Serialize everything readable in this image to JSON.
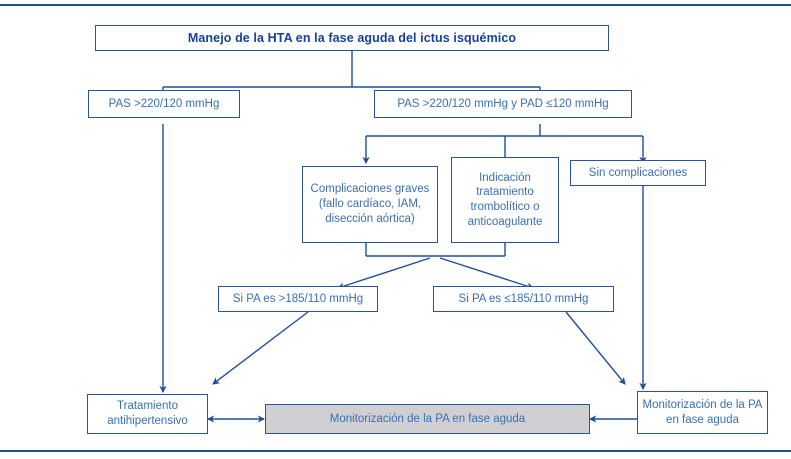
{
  "figure": {
    "title": "Manejo de la HTA en la fase aguda del ictus isquémico",
    "colors": {
      "line": "#1f4e9c",
      "rule": "#13519b",
      "box_border": "#2a52a0",
      "title_text": "#16409b",
      "body_text": "#3a6fb5",
      "gray_fill": "#d0d0d2",
      "background": "#ffffff"
    }
  },
  "nodes": {
    "title": {
      "label": "Manejo de la HTA en la fase aguda del ictus isquémico"
    },
    "pas_left": {
      "label": "PAS >220/120 mmHg"
    },
    "pas_right": {
      "label": "PAS >220/120 mmHg y PAD ≤120 mmHg"
    },
    "complicaciones_graves": {
      "line1": "Complicaciones graves",
      "line2": "(fallo cardíaco, IAM,",
      "line3": "disección aórtica)"
    },
    "indicacion": {
      "line1": "Indicación",
      "line2": "tratamiento",
      "line3": "trombolítico o",
      "line4": "anticoagulante"
    },
    "sin_complicaciones": {
      "label": "Sin complicaciones"
    },
    "pa_mayor": {
      "label": "Si PA es >185/110 mmHg"
    },
    "pa_menor": {
      "label": "Si PA es ≤185/110 mmHg"
    },
    "tratamiento": {
      "line1": "Tratamiento",
      "line2": "antihipertensivo"
    },
    "monitorizacion_centro": {
      "label": "Monitorización de la PA en fase aguda"
    },
    "monitorizacion_derecha": {
      "line1": "Monitorización de la PA",
      "line2": "en fase aguda"
    }
  }
}
